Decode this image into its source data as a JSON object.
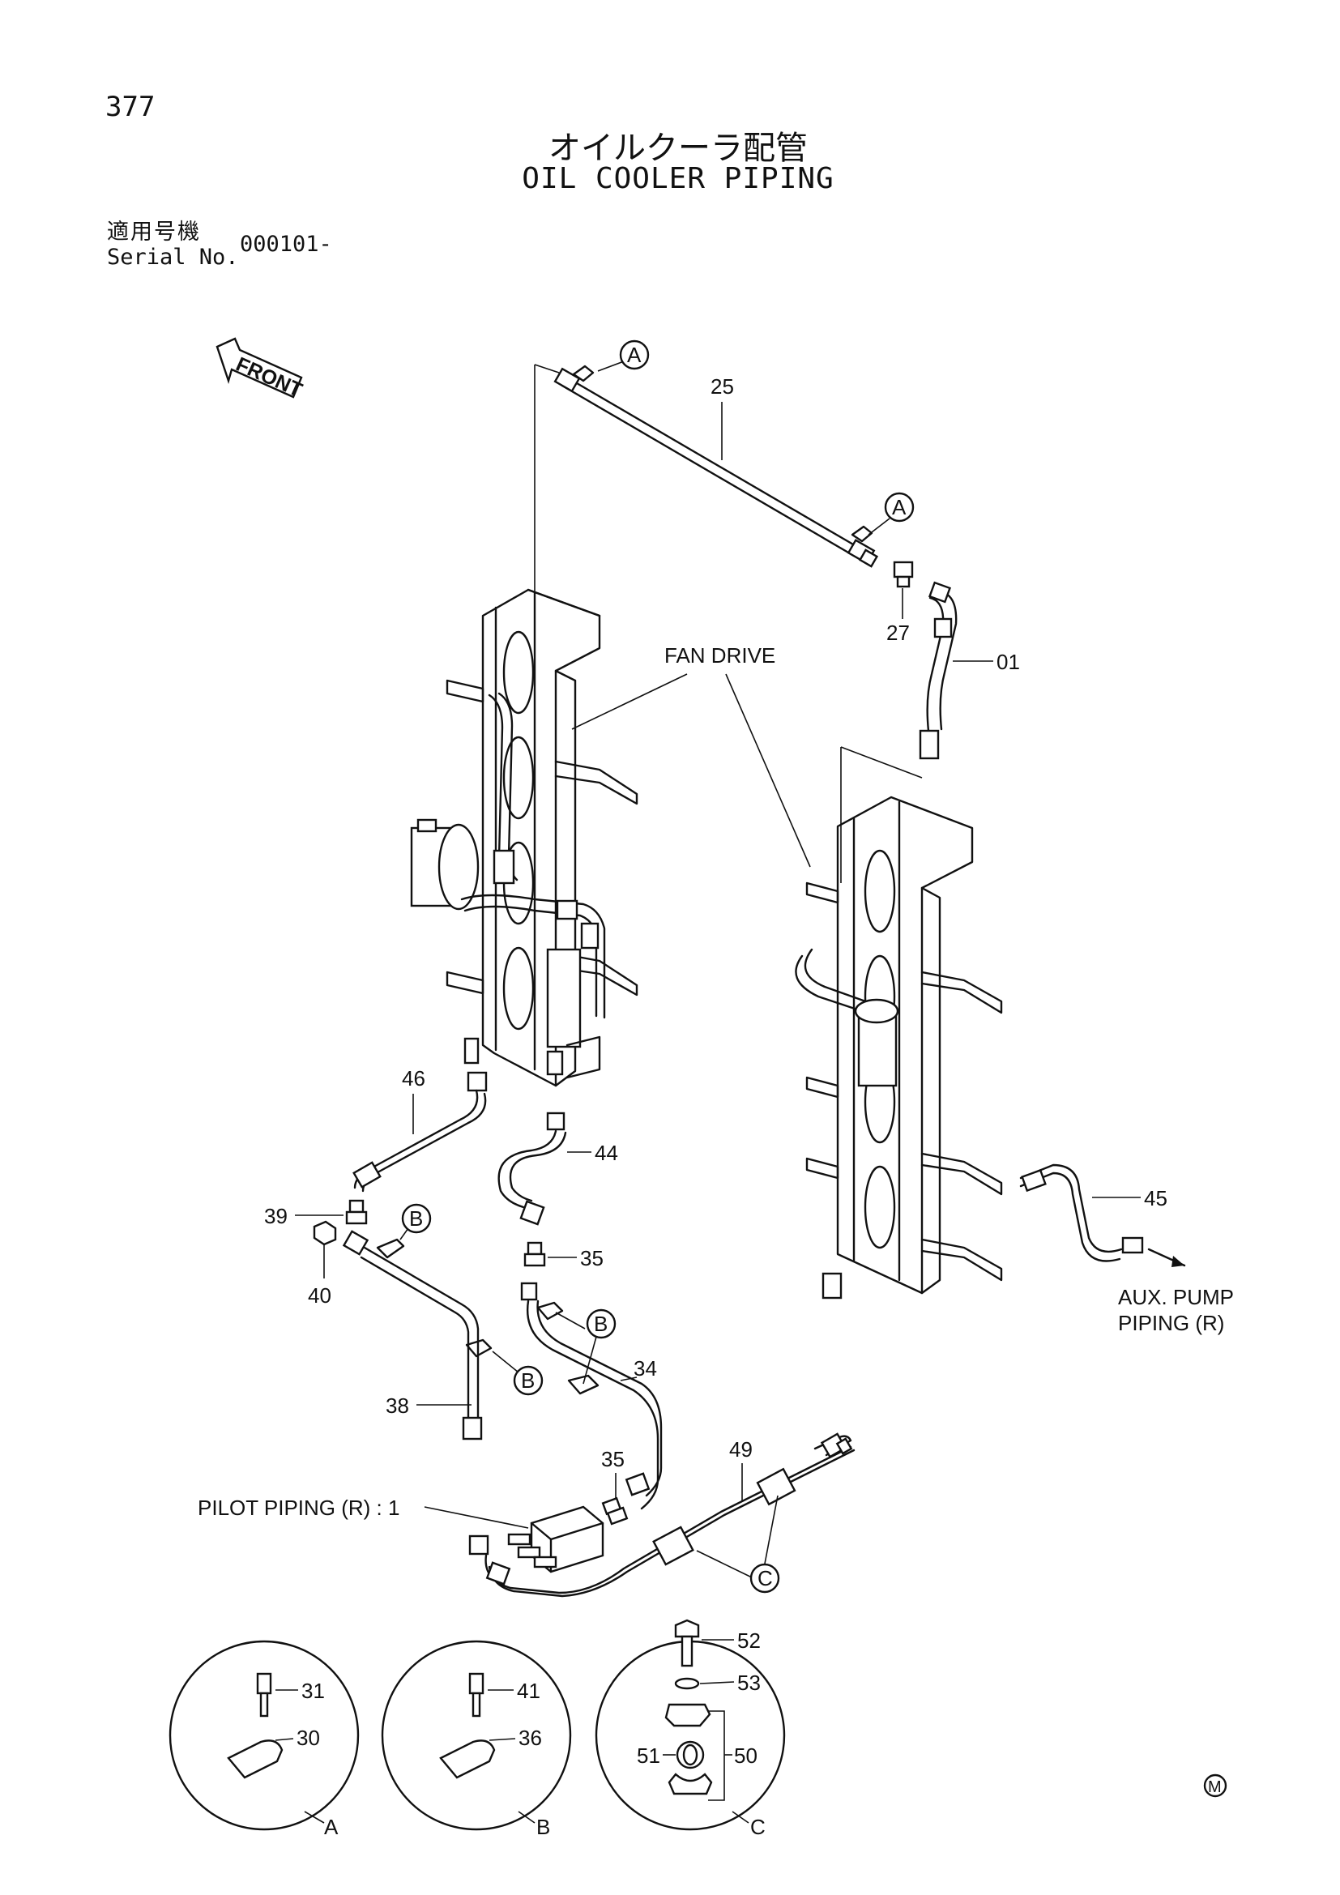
{
  "header": {
    "page_number": "377",
    "title_jp": "オイルクーラ配管",
    "title_en": "OIL COOLER PIPING",
    "serial_label_jp": "適用号機",
    "serial_label_en": "Serial No.",
    "serial_value": "000101-"
  },
  "front_arrow": {
    "label": "FRONT"
  },
  "part_labels": {
    "p25": "25",
    "p27": "27",
    "p01": "01",
    "p46": "46",
    "p44": "44",
    "p39": "39",
    "p40": "40",
    "p35a": "35",
    "p35b": "35",
    "p34": "34",
    "p38": "38",
    "p49": "49",
    "p45": "45",
    "p31": "31",
    "p30": "30",
    "p41": "41",
    "p36": "36",
    "p52": "52",
    "p53": "53",
    "p51": "51",
    "p50": "50"
  },
  "callouts": {
    "a1": "A",
    "a2": "A",
    "b1": "B",
    "b2": "B",
    "b3": "B",
    "c1": "C"
  },
  "annotations": {
    "fan_drive": "FAN DRIVE",
    "aux_pump_line1": "AUX. PUMP",
    "aux_pump_line2": "PIPING (R)",
    "pilot_piping": "PILOT PIPING (R) : 1"
  },
  "detail_views": {
    "view_a": "A",
    "view_b": "B",
    "view_c": "C"
  },
  "footer": {
    "mark": "M"
  }
}
